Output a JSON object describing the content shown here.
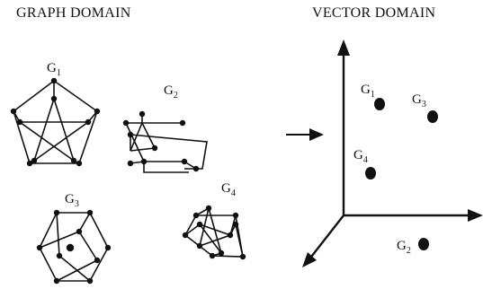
{
  "titles": {
    "graph_domain": "GRAPH DOMAIN",
    "vector_domain": "VECTOR DOMAIN"
  },
  "graphs": {
    "g1": {
      "base": "G",
      "sub": "1"
    },
    "g2": {
      "base": "G",
      "sub": "2"
    },
    "g3": {
      "base": "G",
      "sub": "3"
    },
    "g4": {
      "base": "G",
      "sub": "4"
    }
  },
  "vectors": {
    "g1": {
      "base": "G",
      "sub": "1"
    },
    "g2": {
      "base": "G",
      "sub": "2"
    },
    "g3": {
      "base": "G",
      "sub": "3"
    },
    "g4": {
      "base": "G",
      "sub": "4"
    }
  }
}
